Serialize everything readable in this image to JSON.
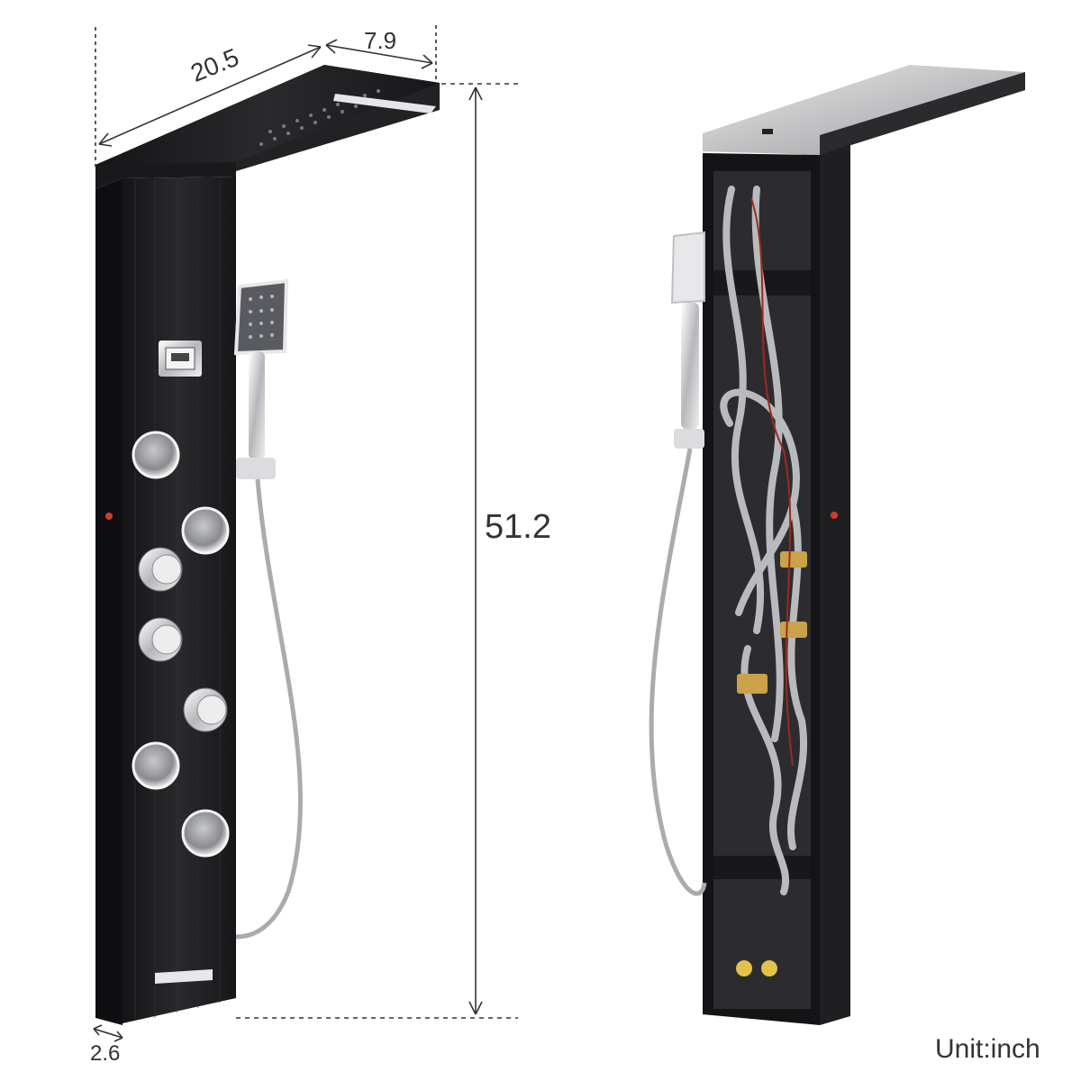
{
  "dimensions": {
    "width": "20.5",
    "depth": "7.9",
    "height": "51.2",
    "thickness": "2.6",
    "unit": "Unit:inch"
  },
  "colors": {
    "panel": "#1f1f21",
    "panel_edge": "#0c0c0d",
    "chrome": "#d9dadc",
    "hose": "#b8babd",
    "brass": "#c9a24a",
    "indicator": "#d23a2a"
  },
  "icons": [
    "shower-panel-front",
    "shower-panel-back",
    "handheld-shower-icon",
    "body-jet-icon",
    "control-knob-icon",
    "thermometer-display-icon"
  ]
}
